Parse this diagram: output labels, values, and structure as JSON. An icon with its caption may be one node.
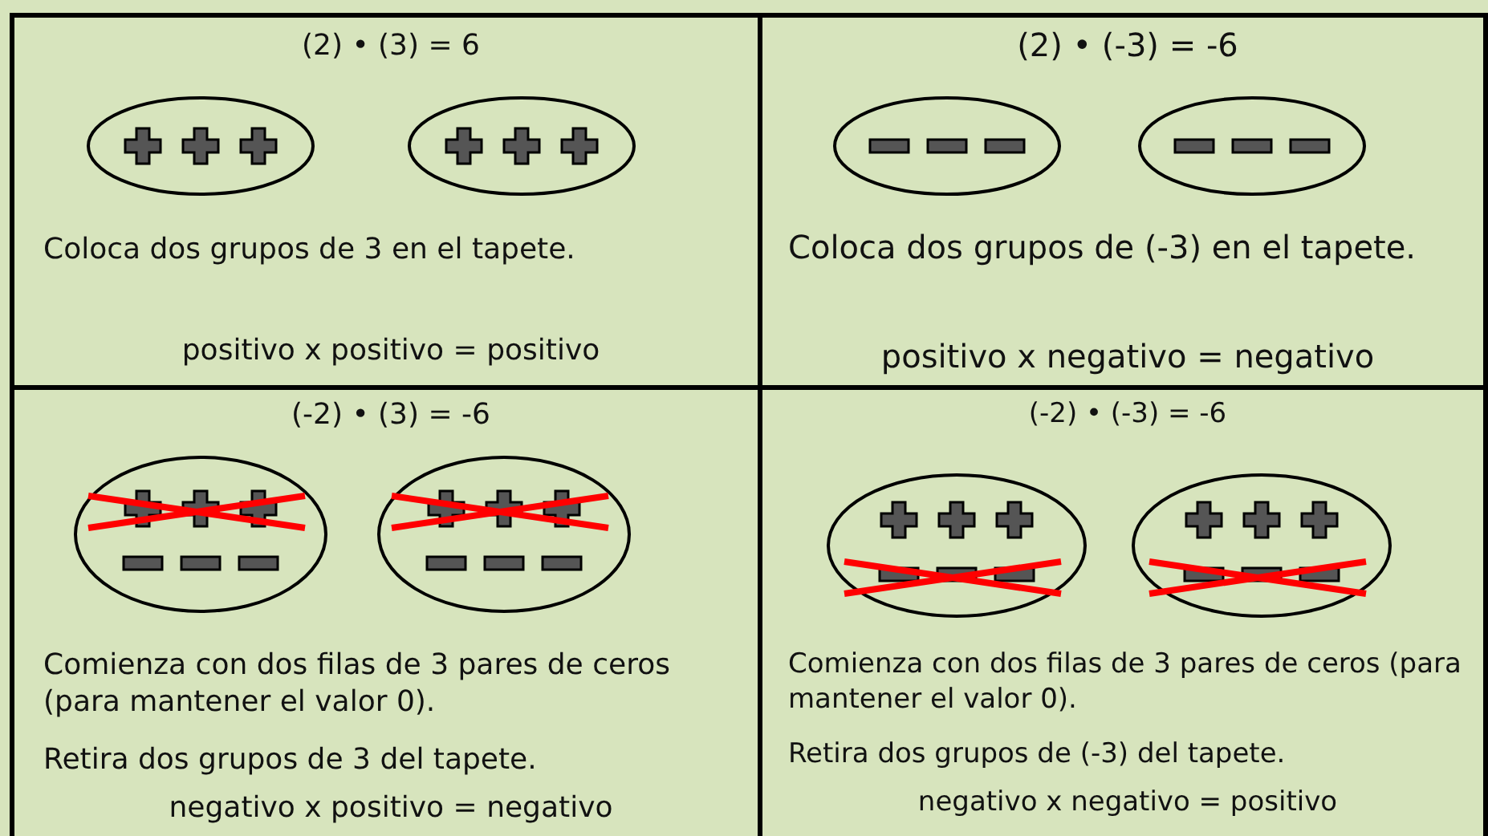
{
  "diagram": {
    "labels": [
      "(2) • (3) = 6",
      "Coloca dos grupos de 3 en el tapete.",
      "positivo x positivo = positivo",
      "(2) • (-3) = -6",
      "Coloca dos grupos de (-3) en el tapete.",
      "positivo x negativo = negativo",
      "(-2) • (3) = -6",
      "Comienza con dos filas de 3 pares de ceros (para mantener el valor 0).",
      "Retira dos grupos de 3 del tapete.",
      "negativo x positivo = negativo",
      "(-2) • (-3) = -6",
      "Comienza con dos filas de 3 pares de ceros (para mantener el valor 0).",
      "Retira dos grupos de (-3) del tapete.",
      "negativo x negativo = positivo"
    ]
  }
}
